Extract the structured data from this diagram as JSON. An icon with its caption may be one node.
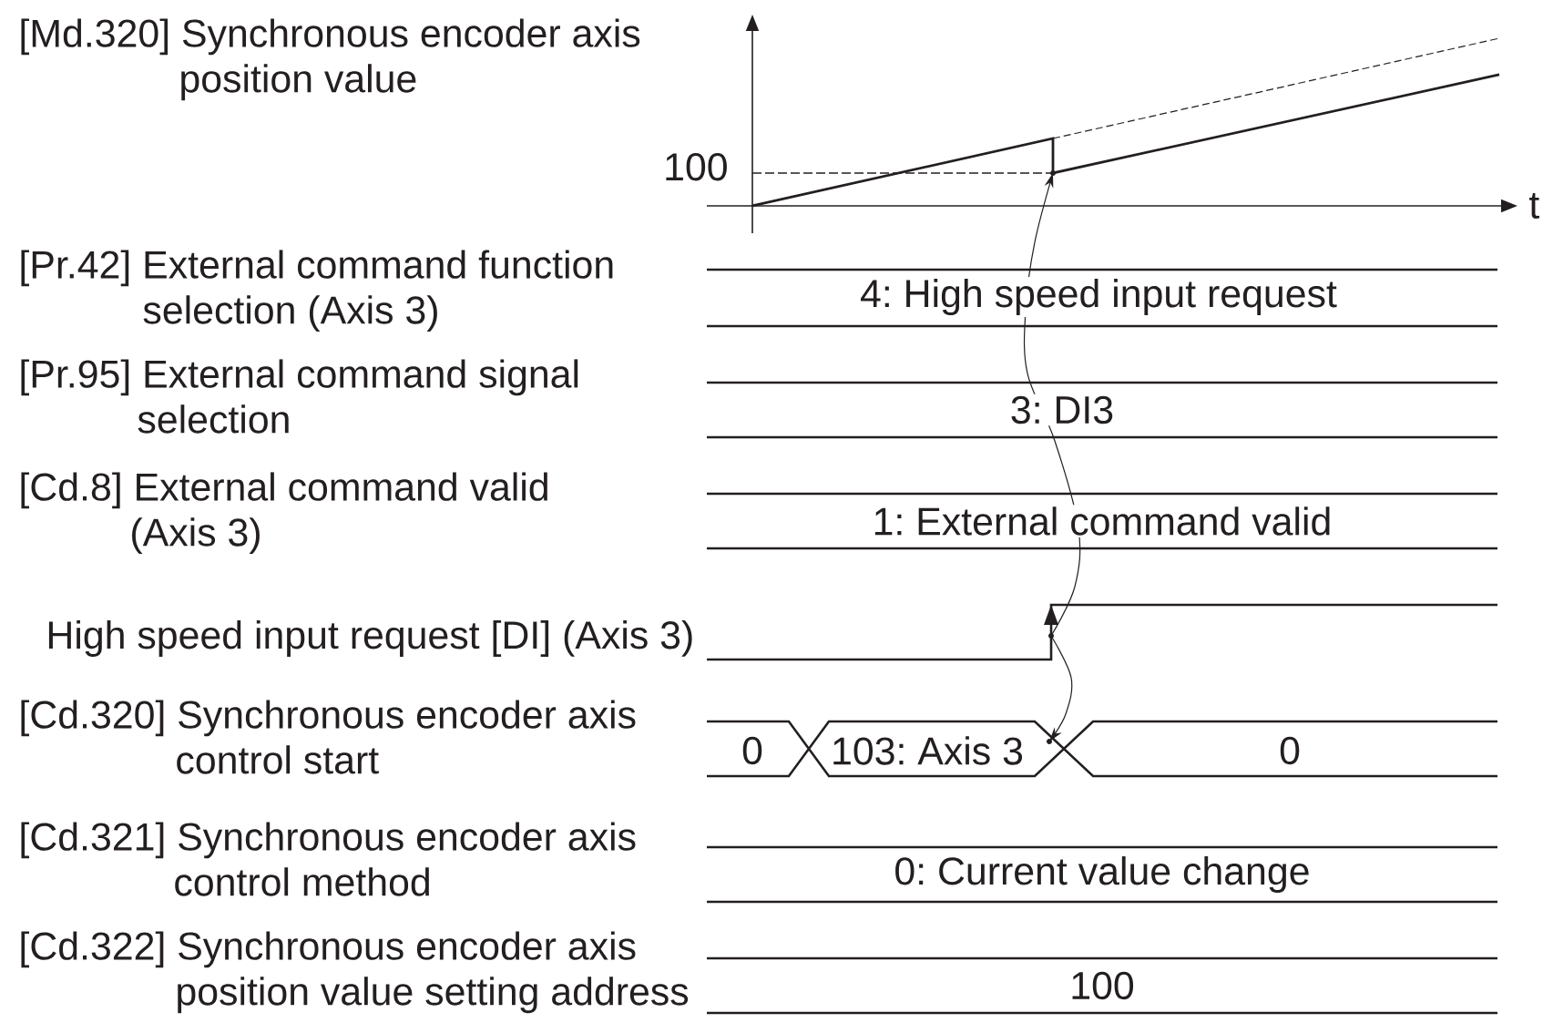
{
  "diagram": {
    "nodes": [
      {
        "text": [],
        "shape": "point"
      },
      {
        "text": [],
        "shape": "point"
      },
      {
        "text": [],
        "shape": "point"
      }
    ],
    "edges": [
      {
        "from": 1,
        "to": 0,
        "arrow": "to"
      },
      {
        "from": 1,
        "to": 2,
        "arrow": "to"
      }
    ],
    "labels": [
      "[Md.320] Synchronous encoder axis position value",
      "100",
      "t",
      "[Pr.42] External command function selection (Axis 3)",
      "4: High speed input request",
      "[Pr.95] External command signal selection",
      "3: DI3",
      "[Cd.8] External command valid (Axis 3)",
      "1: External command valid",
      "High speed input request [DI] (Axis 3)",
      "[Cd.320] Synchronous encoder axis control start",
      "0",
      "103: Axis 3",
      "0",
      "[Cd.321] Synchronous encoder axis control method",
      "0: Current value change",
      "[Cd.322] Synchronous encoder axis position value setting address",
      "100"
    ]
  }
}
